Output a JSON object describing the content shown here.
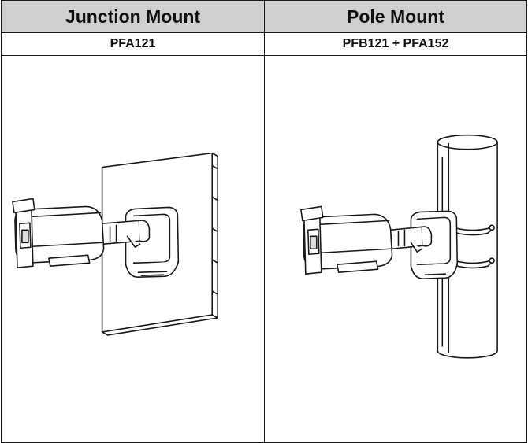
{
  "table": {
    "columns": [
      {
        "title": "Junction Mount",
        "model": "PFA121",
        "illustration": "camera-on-wall-junction-mount"
      },
      {
        "title": "Pole Mount",
        "model": "PFB121 + PFA152",
        "illustration": "camera-on-pole-mount"
      }
    ]
  },
  "colors": {
    "header_bg": "#cfcfcf",
    "border": "#1a1a1a",
    "line": "#1a1a1a"
  }
}
